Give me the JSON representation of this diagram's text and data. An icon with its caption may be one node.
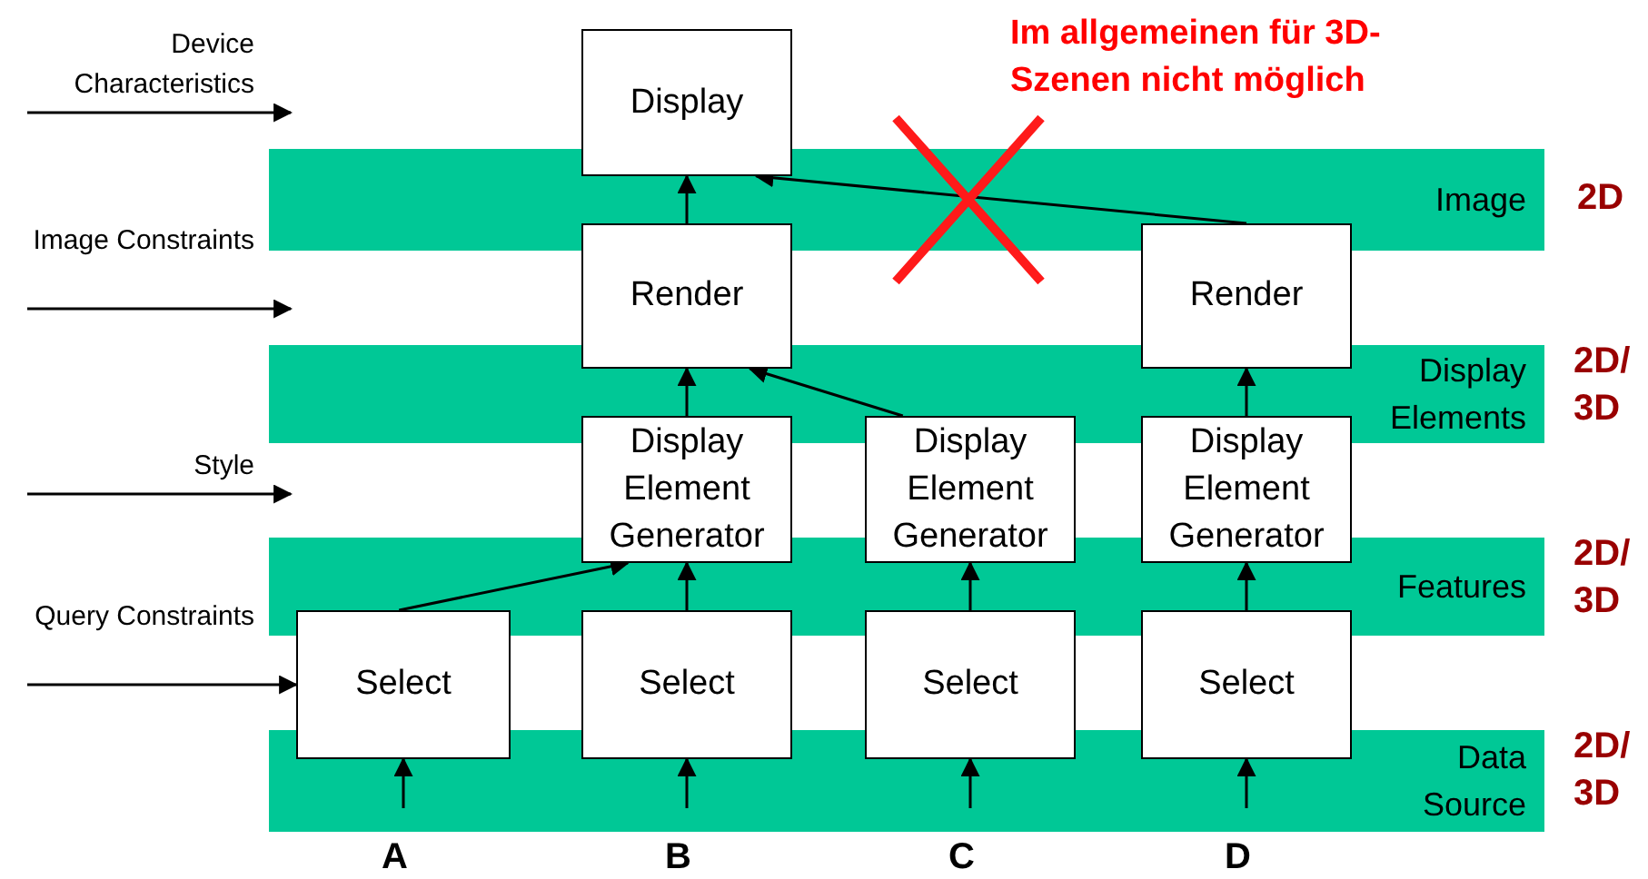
{
  "diagram": {
    "nodes": [
      {
        "text": [
          "Display"
        ]
      },
      {
        "text": [
          "Render"
        ]
      },
      {
        "text": [
          "Render"
        ]
      },
      {
        "text": [
          "Display Element Generator"
        ]
      },
      {
        "text": [
          "Display Element Generator"
        ]
      },
      {
        "text": [
          "Display Element Generator"
        ]
      },
      {
        "text": [
          "Select"
        ]
      },
      {
        "text": [
          "Select"
        ]
      },
      {
        "text": [
          "Select"
        ]
      },
      {
        "text": [
          "Select"
        ]
      }
    ],
    "edges": [
      {
        "from": 1,
        "to": 0,
        "arrow": "to"
      },
      {
        "from": 2,
        "to": 0,
        "arrow": "to"
      },
      {
        "from": 3,
        "to": 1,
        "arrow": "to"
      },
      {
        "from": 4,
        "to": 1,
        "arrow": "to"
      },
      {
        "from": 5,
        "to": 2,
        "arrow": "to"
      },
      {
        "from": 6,
        "to": 3,
        "arrow": "to"
      },
      {
        "from": 7,
        "to": 3,
        "arrow": "to"
      },
      {
        "from": 8,
        "to": 4,
        "arrow": "to"
      },
      {
        "from": 9,
        "to": 5,
        "arrow": "to"
      },
      {
        "from": null,
        "to": 6,
        "arrow": "to",
        "label": "Query Constraints"
      },
      {
        "from": null,
        "to": 6,
        "arrow": "to"
      },
      {
        "from": null,
        "to": 7,
        "arrow": "to"
      },
      {
        "from": null,
        "to": 8,
        "arrow": "to"
      },
      {
        "from": null,
        "to": 9,
        "arrow": "to"
      }
    ],
    "labels": [
      "Device Characteristics",
      "Im allgemeinen für 3D-Szenen nicht möglich",
      "Image",
      "2D",
      "Image Constraints",
      "Display Elements",
      "2D/ 3D",
      "Style",
      "Features",
      "2D/ 3D",
      "Data Source",
      "2D/ 3D",
      "A",
      "B",
      "C",
      "D"
    ]
  }
}
